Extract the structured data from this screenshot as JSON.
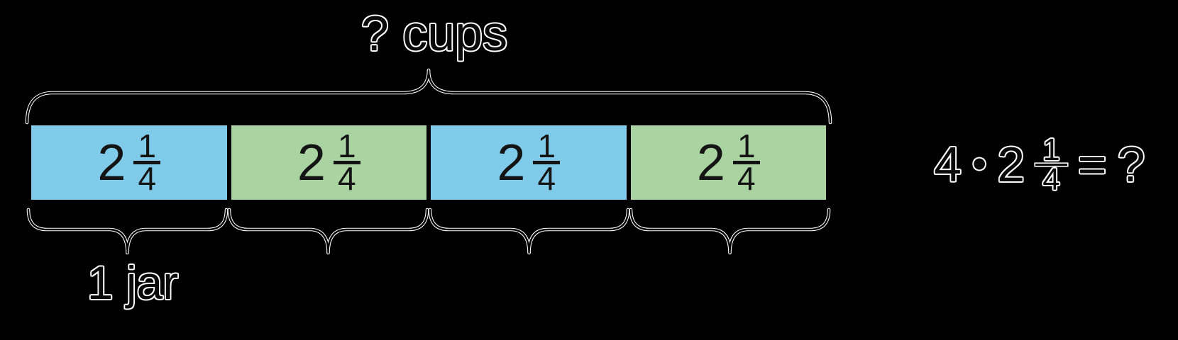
{
  "canvas": {
    "background": "#000000"
  },
  "tape": {
    "total_label": "? cups",
    "unit_label": "1 jar",
    "ink": "#141414",
    "outline": "#FFFFFF",
    "stroke": "#000000",
    "segments": [
      {
        "whole": "2",
        "numerator": "1",
        "denominator": "4",
        "color": "#7FCBE9"
      },
      {
        "whole": "2",
        "numerator": "1",
        "denominator": "4",
        "color": "#A9D3A0"
      },
      {
        "whole": "2",
        "numerator": "1",
        "denominator": "4",
        "color": "#7FCBE9"
      },
      {
        "whole": "2",
        "numerator": "1",
        "denominator": "4",
        "color": "#A9D3A0"
      }
    ]
  },
  "equation": {
    "factor": "4",
    "operator": "•",
    "mixed_whole": "2",
    "mixed_numerator": "1",
    "mixed_denominator": "4",
    "equals": "=",
    "result": "?"
  }
}
